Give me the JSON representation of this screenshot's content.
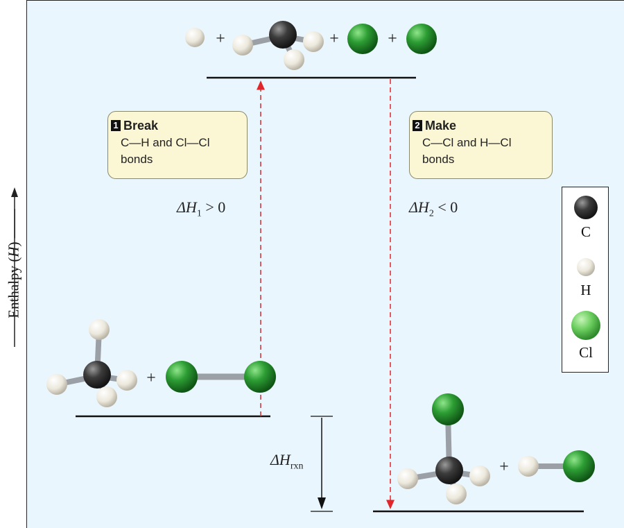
{
  "axis": {
    "label_prefix": "Enthalpy (",
    "label_var": "H",
    "label_suffix": ") ——"
  },
  "steps": [
    {
      "number": "1",
      "title": "Break",
      "line1": "C—H and Cl—Cl",
      "line2": "bonds"
    },
    {
      "number": "2",
      "title": "Make",
      "line1": "C—Cl and H—Cl",
      "line2": "bonds"
    }
  ],
  "enthalpy_changes": {
    "dh1": {
      "symbol": "ΔH",
      "subscript": "1",
      "relation": " > 0"
    },
    "dh2": {
      "symbol": "ΔH",
      "subscript": "2",
      "relation": " < 0"
    },
    "dhrxn": {
      "symbol": "ΔH",
      "subscript": "rxn"
    }
  },
  "plus_sign": "+",
  "legend": {
    "items": [
      {
        "label": "C",
        "color": "#3a3a3a"
      },
      {
        "label": "H",
        "color": "#f2efe6"
      },
      {
        "label": "Cl",
        "color": "#4fc24f"
      }
    ]
  },
  "colors": {
    "carbon": "#3a3a3a",
    "hydrogen": "#f2efe6",
    "chlorine": "#2e9e33",
    "arrow_dashed": "#e0262b",
    "panel_bg": "#eaf6fd",
    "callout_bg": "#fbf6d3"
  }
}
